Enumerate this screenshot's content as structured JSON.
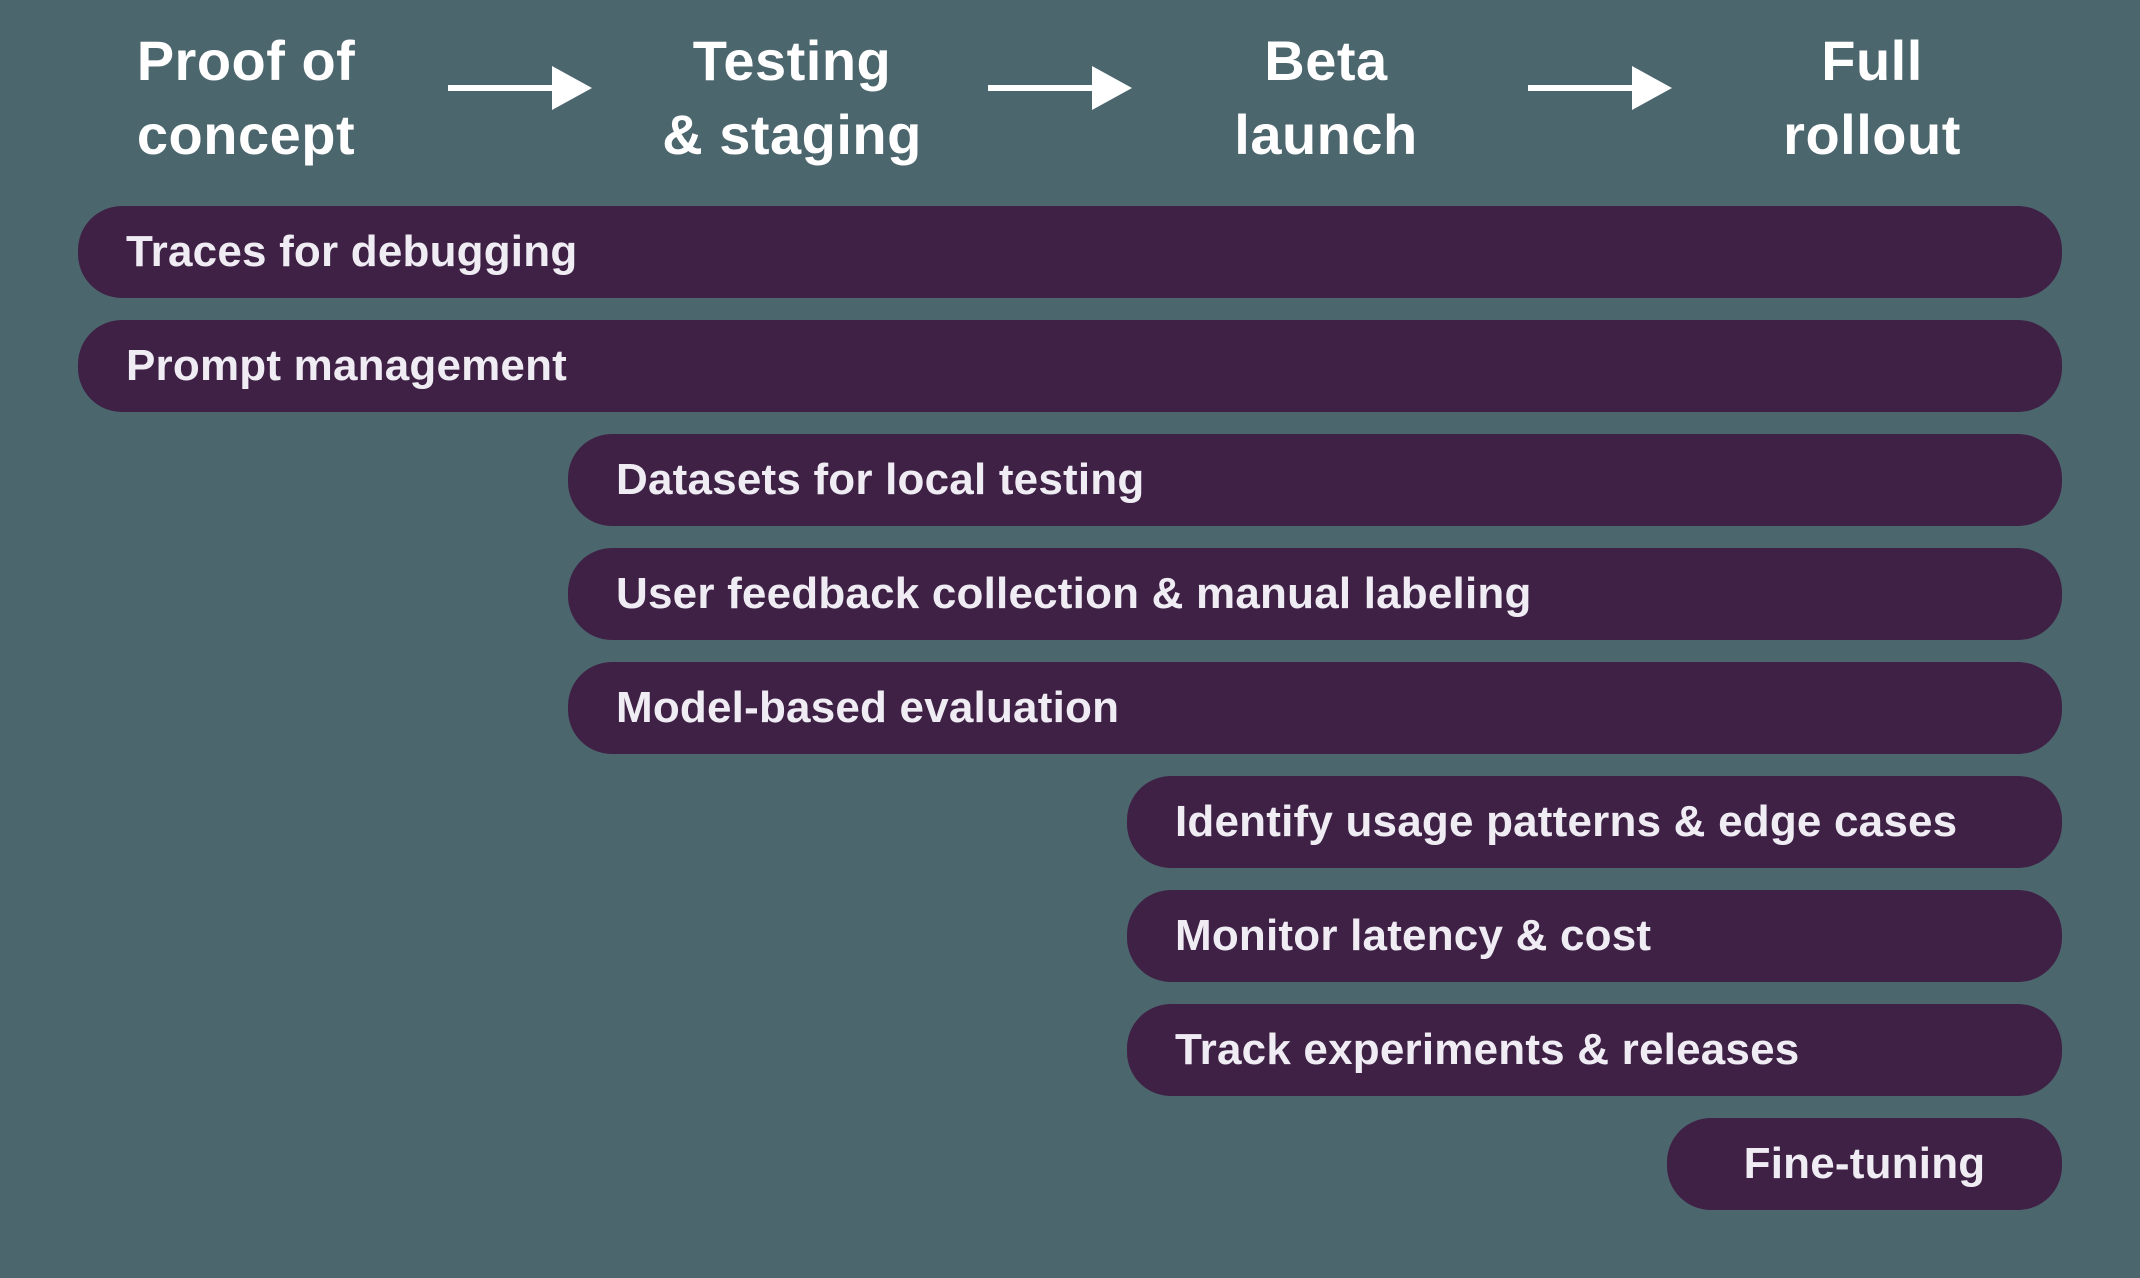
{
  "palette": {
    "background": "#4c666e",
    "bar_fill": "#3e2145",
    "bar_text": "#f0ecf4",
    "stage_text": "#ffffff",
    "arrow": "#ffffff"
  },
  "stages": [
    {
      "id": "proof-of-concept",
      "line1": "Proof of",
      "line2": "concept"
    },
    {
      "id": "testing-staging",
      "line1": "Testing",
      "line2": "& staging"
    },
    {
      "id": "beta-launch",
      "line1": "Beta",
      "line2": "launch"
    },
    {
      "id": "full-rollout",
      "line1": "Full",
      "line2": "rollout"
    }
  ],
  "bars": [
    {
      "label": "Traces for debugging",
      "start_stage": "Proof of concept"
    },
    {
      "label": "Prompt management",
      "start_stage": "Proof of concept"
    },
    {
      "label": "Datasets for local testing",
      "start_stage": "Testing & staging"
    },
    {
      "label": "User feedback collection & manual labeling",
      "start_stage": "Testing & staging"
    },
    {
      "label": "Model-based evaluation",
      "start_stage": "Testing & staging"
    },
    {
      "label": "Identify usage patterns & edge cases",
      "start_stage": "Beta launch"
    },
    {
      "label": "Monitor latency & cost",
      "start_stage": "Beta launch"
    },
    {
      "label": "Track experiments & releases",
      "start_stage": "Beta launch"
    },
    {
      "label": "Fine-tuning",
      "start_stage": "Full rollout"
    }
  ]
}
